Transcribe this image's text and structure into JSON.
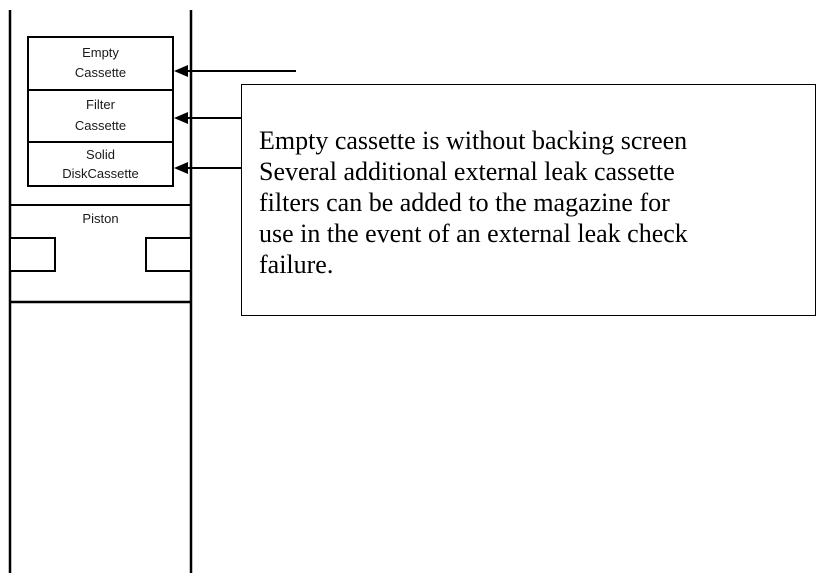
{
  "diagram": {
    "cassettes": {
      "empty": [
        "Empty",
        "Cassette"
      ],
      "filter": [
        "Filter",
        "Cassette"
      ],
      "solid": [
        "Solid",
        "DiskCassette"
      ]
    },
    "piston_label": "Piston",
    "note_lines": [
      "Empty cassette is without backing screen",
      "Several additional external leak cassette",
      "filters can be added to the magazine for",
      "use in the event of an external leak check",
      "failure."
    ]
  }
}
